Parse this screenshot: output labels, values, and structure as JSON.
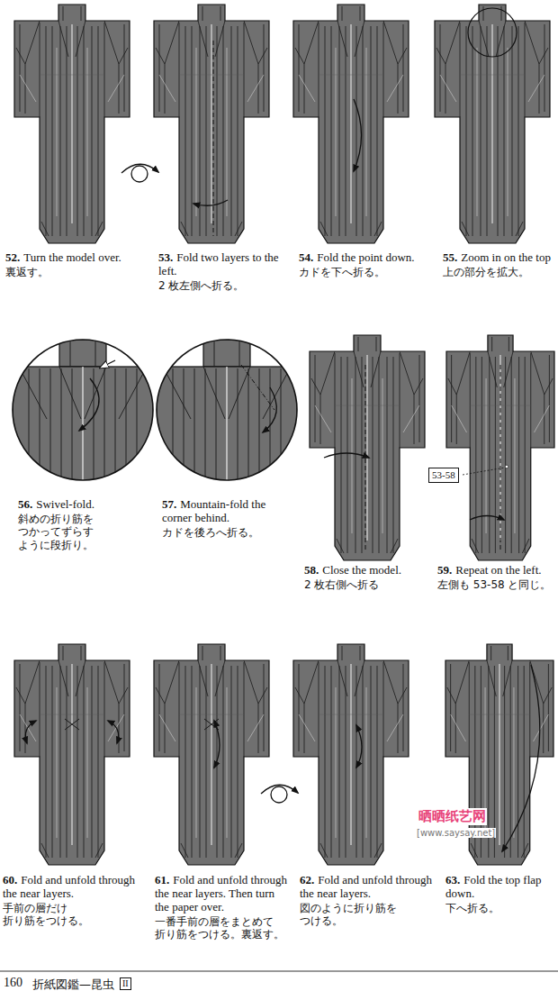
{
  "diagram": {
    "nodes": [
      {
        "text": [
          "53-58"
        ]
      }
    ],
    "labels": [
      "52.",
      "Turn the model over.",
      "裏返す。",
      "53.",
      "Fold two layers to the left.",
      "2 枚左側へ折る。",
      "54.",
      "Fold the point down.",
      "カドを下へ折る。",
      "55.",
      "Zoom in on the top",
      "上の部分を拡大。",
      "56.",
      "Swivel-fold.",
      "斜めの折り筋を つかってずらす ように段折り。",
      "57.",
      "Mountain-fold the corner behind.",
      "カドを後ろへ折る。",
      "58.",
      "Close the model.",
      "2 枚右側へ折る",
      "59.",
      "Repeat on the left.",
      "左側も 53-58 と同じ。",
      "60.",
      "Fold and unfold through the near layers.",
      "手前の層だけ 折り筋をつける。",
      "61.",
      "Fold and unfold through the near layers. Then turn the paper over.",
      "一番手前の層をまとめて 折り筋をつける。裏返す。",
      "62.",
      "Fold and unfold through the near layers.",
      "図のように折り筋を つける。",
      "63.",
      "Fold the top flap down.",
      "下へ折る。",
      "160",
      "折紙図鑑—昆虫",
      "II",
      "晒晒纸艺网",
      "[www.saysay.net]"
    ]
  }
}
